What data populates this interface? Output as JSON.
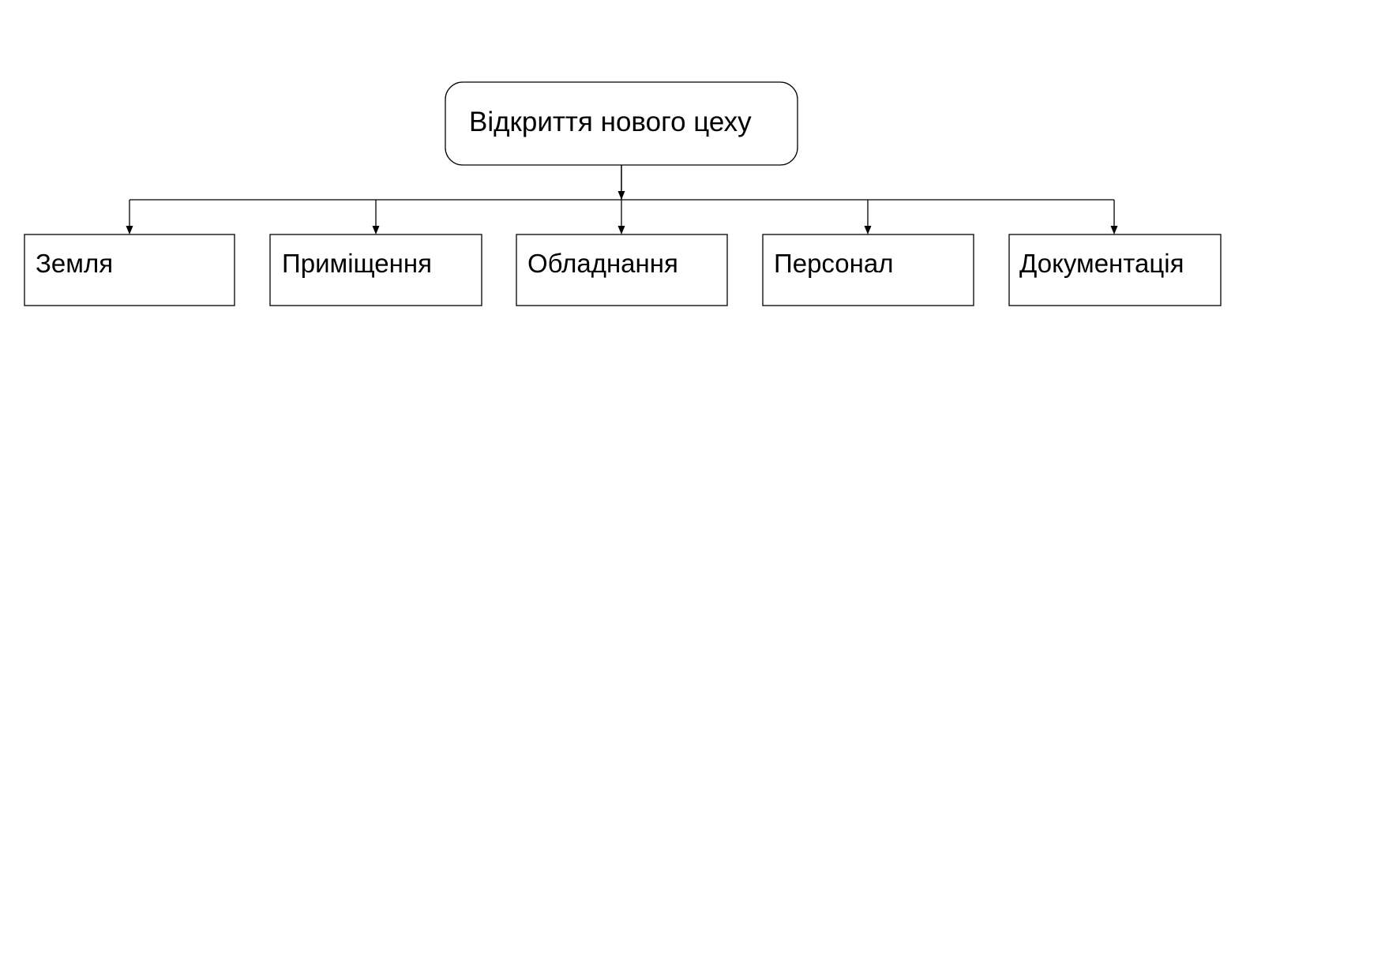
{
  "diagram": {
    "root": {
      "label": "Відкриття нового цеху"
    },
    "children": [
      {
        "label": "Земля"
      },
      {
        "label": "Приміщення"
      },
      {
        "label": "Обладнання"
      },
      {
        "label": "Персонал"
      },
      {
        "label": "Документація"
      }
    ]
  }
}
